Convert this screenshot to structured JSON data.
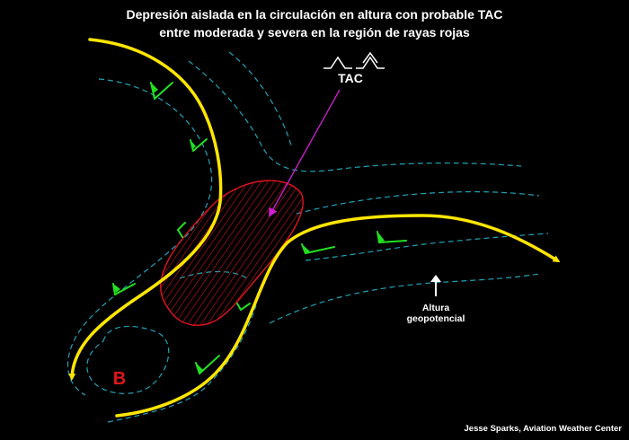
{
  "title": {
    "line1": "Depresión aislada en la circulación en altura con probable TAC",
    "line2": "entre moderada y severa en la región de rayas rojas"
  },
  "labels": {
    "tac": "TAC",
    "low": "B",
    "height_line1": "Altura",
    "height_line2": "geopotencial",
    "credit": "Jesse Sparks, Aviation Weather Center"
  },
  "colors": {
    "background": "#000000",
    "jet_stream": "#ffe600",
    "contours": "#1fa3b8",
    "turbulence_area": "#e0141c",
    "wind_barbs": "#22e020",
    "arrow": "#d21ed2",
    "low_label": "#e0141c"
  },
  "icons": [
    "turbulence-moderate-icon",
    "turbulence-severe-icon",
    "wind-barb-icon",
    "up-arrow-icon"
  ]
}
